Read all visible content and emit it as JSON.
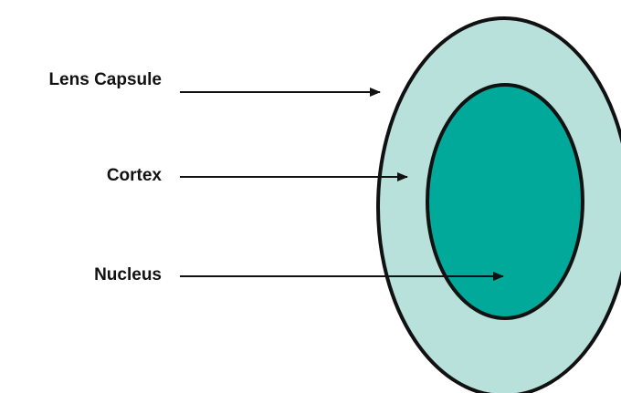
{
  "labels": {
    "lens_capsule": "Lens Capsule",
    "cortex": "Cortex",
    "nucleus": "Nucleus"
  },
  "colors": {
    "outer_fill": "#b7e1da",
    "inner_fill": "#00a99a",
    "outline": "#111111",
    "text": "#111111"
  }
}
